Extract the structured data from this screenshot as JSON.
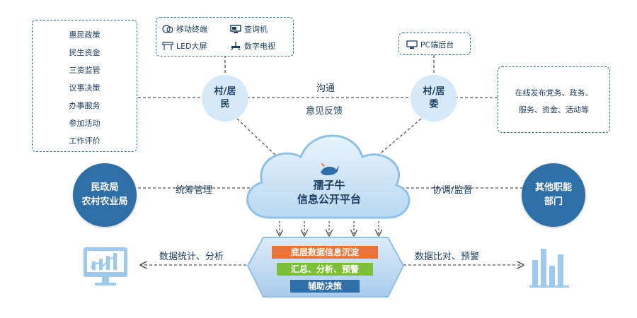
{
  "left_list": [
    "惠民政策",
    "民生资金",
    "三资监管",
    "议事决策",
    "办事服务",
    "参加活动",
    "工作评价"
  ],
  "devices": {
    "mobile": "移动终端",
    "kiosk": "查询机",
    "led": "LED大屏",
    "tv": "数字电视"
  },
  "pc": "PC端后台",
  "right_box": {
    "line1": "在线发布党务、政务、",
    "line2": "服务、资金、活动等"
  },
  "villager": {
    "line1": "村/居",
    "line2": "民"
  },
  "committee": {
    "line1": "村/居",
    "line2": "委"
  },
  "top_labels": {
    "line1": "沟通",
    "line2": "意见反馈"
  },
  "cloud": {
    "line1": "孺子牛",
    "line2": "信息公开平台"
  },
  "left_org": {
    "line1": "民政局",
    "line2": "农村农业局"
  },
  "right_org": {
    "line1": "其他职能",
    "line2": "部门"
  },
  "mid_left": "统筹管理",
  "mid_right": "协调/监督",
  "hex": {
    "row1": "底层数据信息沉淀",
    "row2": "汇总、分析、预警",
    "row3": "辅助决策"
  },
  "bottom_left": "数据统计、分析",
  "bottom_right": "数据比对、预警",
  "colors": {
    "primary": "#2f6fa8",
    "light": "#d6e9f8",
    "orange": "#e8743b",
    "green": "#7cbf3a",
    "blue": "#2f6fa8"
  }
}
